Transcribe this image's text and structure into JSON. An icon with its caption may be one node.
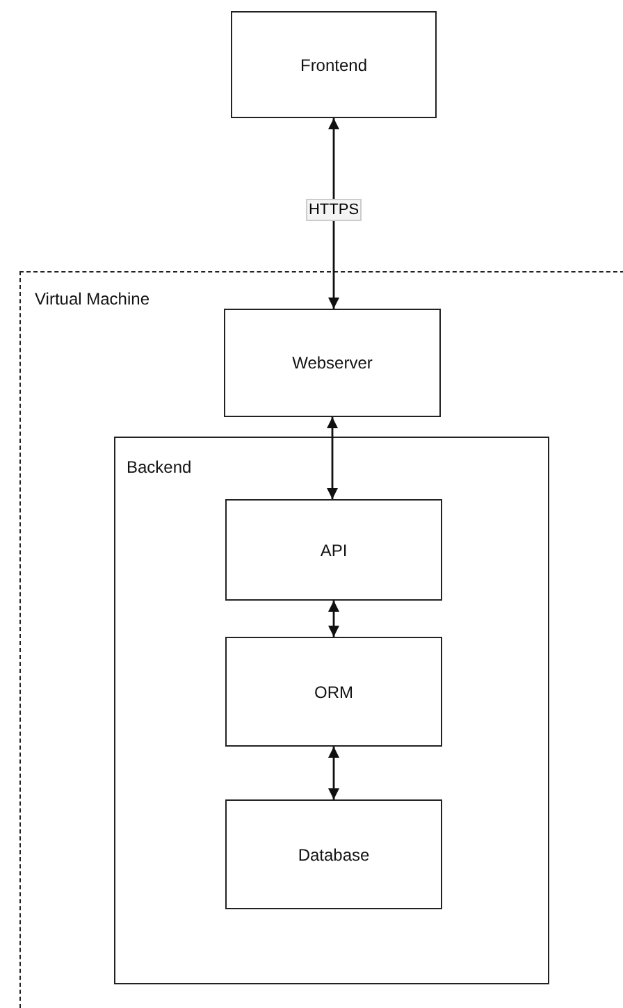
{
  "diagram": {
    "nodes": [
      {
        "text": [
          "Frontend"
        ]
      },
      {
        "text": [
          "Virtual Machine"
        ]
      },
      {
        "text": [
          "Webserver"
        ],
        "in": 1
      },
      {
        "text": [
          "Backend"
        ],
        "in": 1
      },
      {
        "text": [
          "API"
        ],
        "in": 3
      },
      {
        "text": [
          "ORM"
        ],
        "in": 3
      },
      {
        "text": [
          "Database"
        ],
        "in": 3
      }
    ],
    "edges": [
      {
        "from": 0,
        "to": 2,
        "arrow": "both",
        "label": "HTTPS"
      },
      {
        "from": 2,
        "to": 4,
        "arrow": "both"
      },
      {
        "from": 4,
        "to": 5,
        "arrow": "both"
      },
      {
        "from": 5,
        "to": 6,
        "arrow": "both"
      }
    ]
  }
}
